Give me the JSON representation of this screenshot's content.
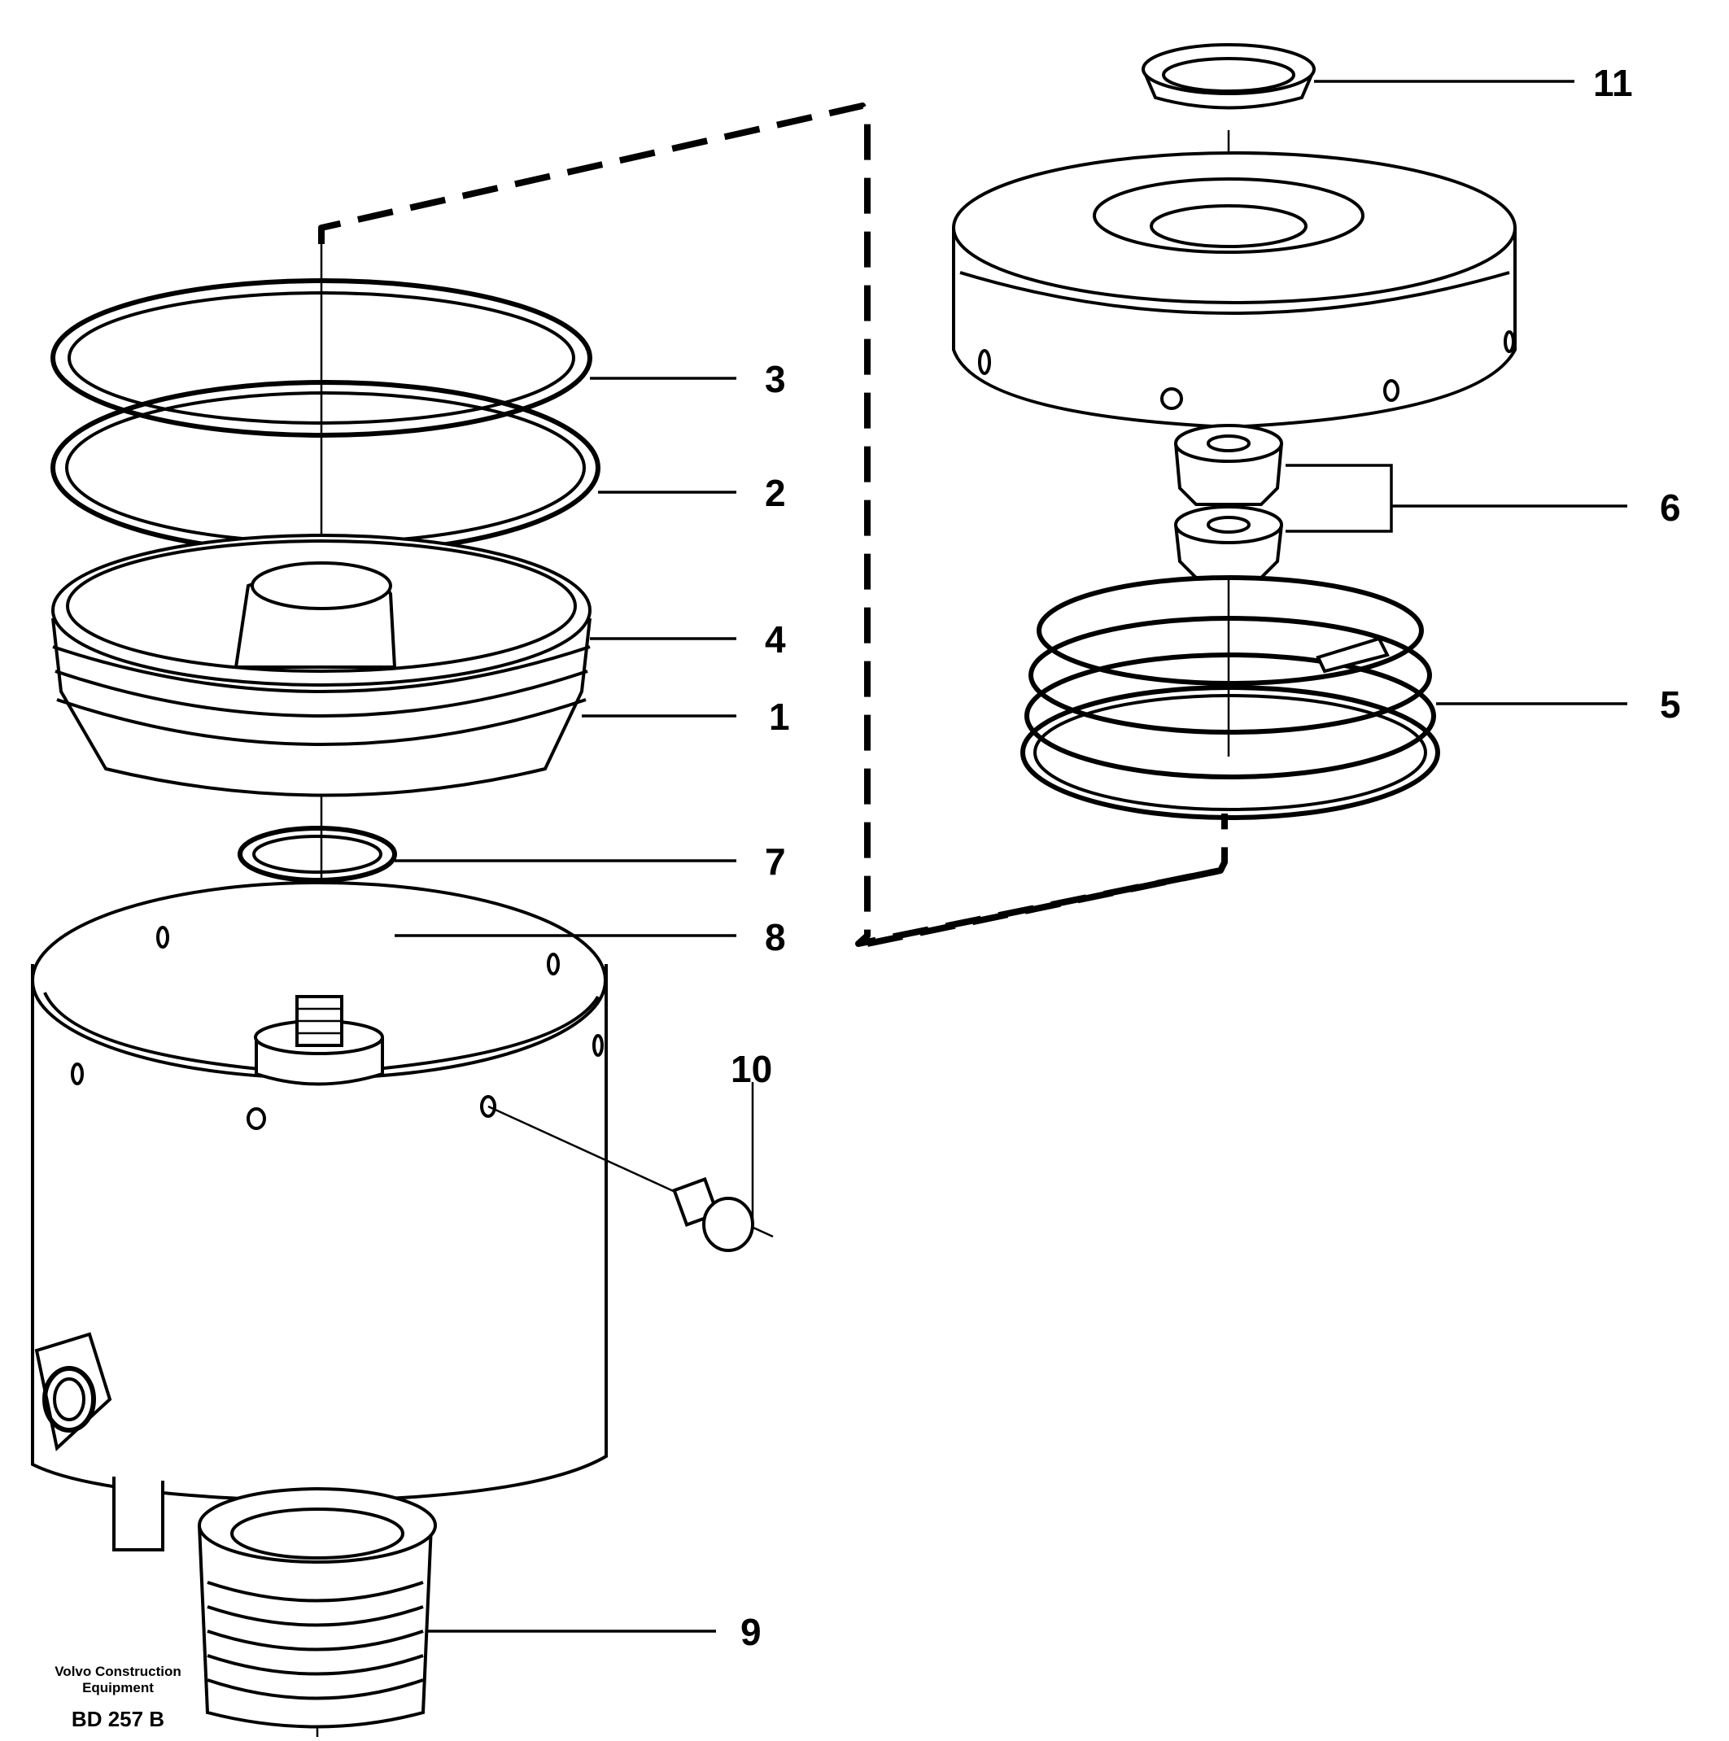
{
  "callouts": [
    {
      "id": "1",
      "label": "1"
    },
    {
      "id": "2",
      "label": "2"
    },
    {
      "id": "3",
      "label": "3"
    },
    {
      "id": "4",
      "label": "4"
    },
    {
      "id": "5",
      "label": "5"
    },
    {
      "id": "6",
      "label": "6"
    },
    {
      "id": "7",
      "label": "7"
    },
    {
      "id": "8",
      "label": "8"
    },
    {
      "id": "9",
      "label": "9"
    },
    {
      "id": "10",
      "label": "10"
    },
    {
      "id": "11",
      "label": "11"
    }
  ],
  "footer": {
    "company_line1": "Volvo Construction",
    "company_line2": "Equipment",
    "drawing_code": "BD 257 B"
  }
}
